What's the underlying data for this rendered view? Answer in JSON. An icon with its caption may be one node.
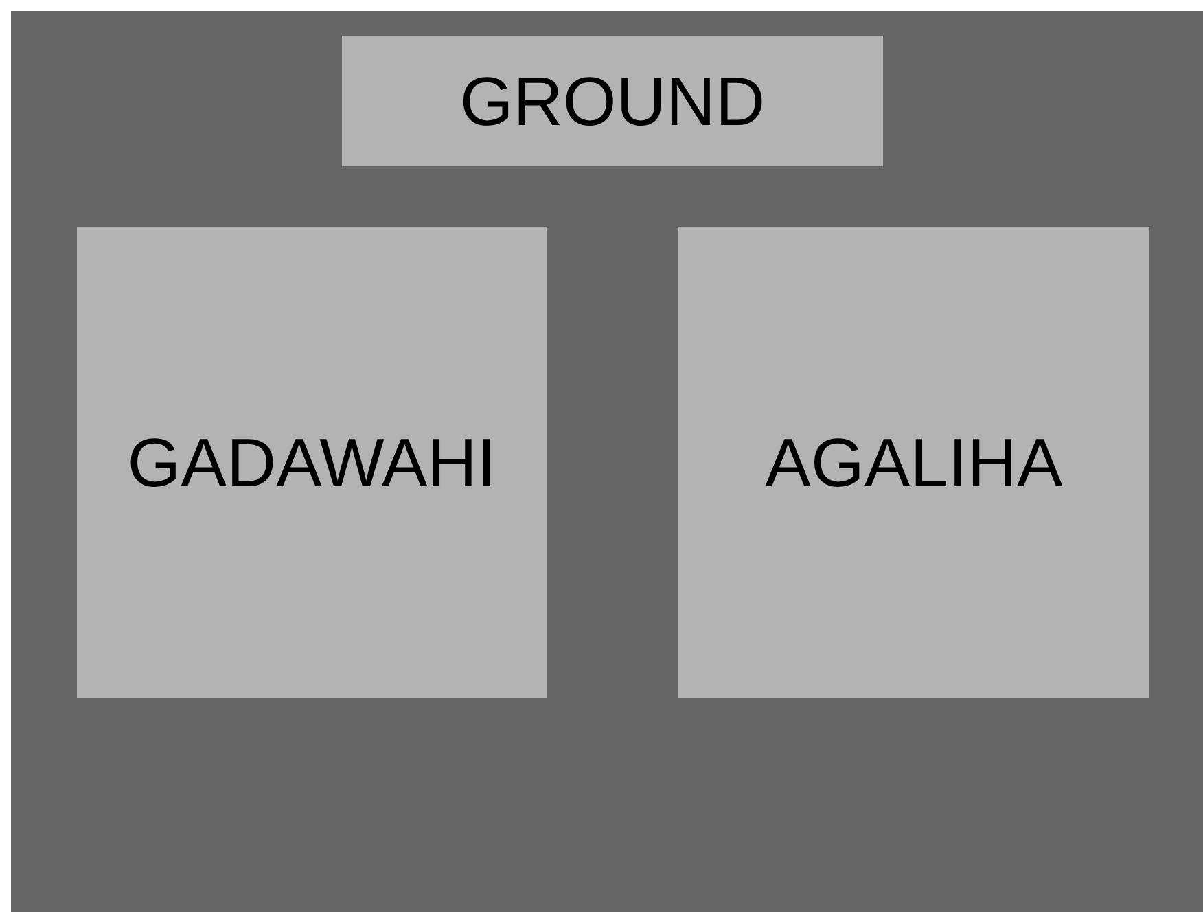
{
  "diagram": {
    "nodes": [
      {
        "text": [
          "GROUND"
        ]
      },
      {
        "text": [
          "GADAWAHI"
        ]
      },
      {
        "text": [
          "AGALIHA"
        ]
      }
    ]
  }
}
